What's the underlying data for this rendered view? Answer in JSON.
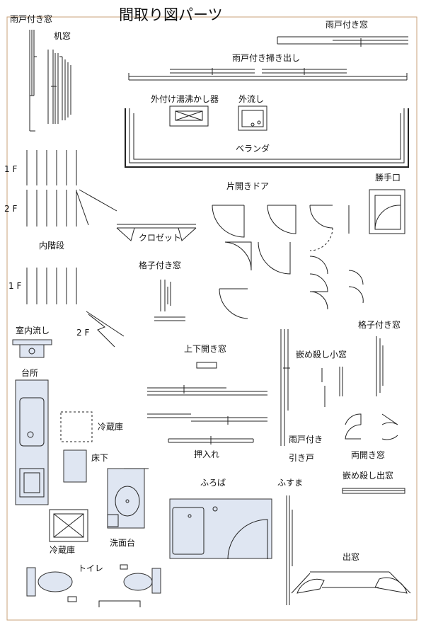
{
  "title": "間取り図パーツ",
  "labels": {
    "amado_mado_left": "雨戸付き窓",
    "tsukue_mado": "机窓",
    "amado_mado_top": "雨戸付き窓",
    "amado_hakidashi": "雨戸付き掃き出し",
    "sotozuke_yuwakashi": "外付け湯沸かし器",
    "sotonagashi": "外流し",
    "veranda": "ベランダ",
    "floor_1f_a": "1 F",
    "floor_2f_a": "2 F",
    "naikaidan": "内階段",
    "floor_1f_b": "1 F",
    "floor_2f_b": "2 F",
    "katabiraki_door": "片開きドア",
    "katteguchi": "勝手口",
    "closet": "クロゼット",
    "koshi_mado_mid": "格子付き窓",
    "shitsunai_nagashi": "室内流し",
    "daidokoro": "台所",
    "jouge_mado": "上下開き窓",
    "hamegoroshi_komado": "嵌め殺し小窓",
    "koshi_mado_right": "格子付き窓",
    "reizouko_dashed": "冷蔵庫",
    "yukashita": "床下",
    "oshiire": "押入れ",
    "amado_tsuki": "雨戸付き",
    "hikido": "引き戸",
    "ryoubiraki_mado": "両開き窓",
    "hamegoroshi_demado": "嵌め殺し出窓",
    "furo": "ふろば",
    "fusuma": "ふすま",
    "reizouko": "冷蔵庫",
    "senmendai": "洗面台",
    "toilet": "トイレ",
    "demado": "出窓"
  },
  "colors": {
    "fixture_fill": "#dfe6f2",
    "frame": "#c9a27a",
    "line": "#222222"
  }
}
